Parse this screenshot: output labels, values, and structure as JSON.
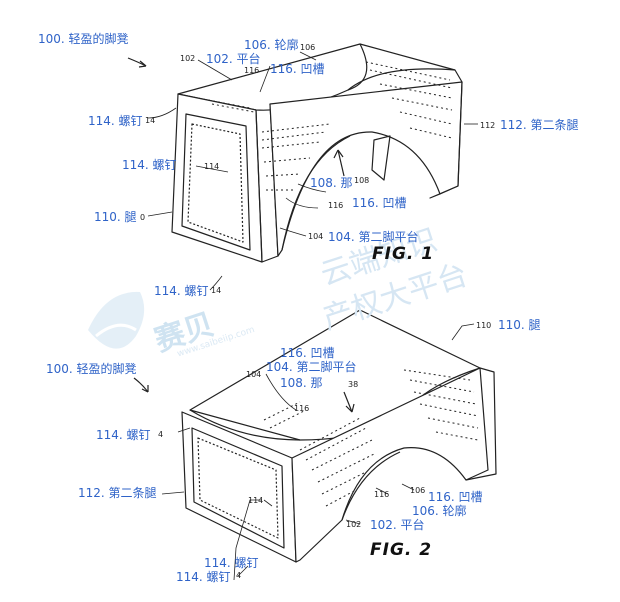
{
  "colors": {
    "label_blue": "#2f63c8",
    "line": "#222222",
    "watermark": "#cfe3f1"
  },
  "watermark": {
    "brand": "赛贝",
    "line1": "云端知识",
    "line2": "产权大平台",
    "url": "www.saibeiip.com"
  },
  "fig1": {
    "caption": "FIG. 1",
    "labels": {
      "l100": "100. 轻盈的脚凳",
      "l102": "102. 平台",
      "l106": "106. 轮廓",
      "l116a": "116. 凹槽",
      "l114a": "114. 螺钉",
      "l114b": "114. 螺钉",
      "l110": "110. 腿",
      "l108": "108. 那",
      "l116b": "116. 凹槽",
      "l104": "104. 第二脚平台",
      "l112": "112. 第二条腿",
      "l114c": "114. 螺钉"
    },
    "nums": {
      "n102": "102",
      "n116": "116",
      "n106": "106",
      "n14a": "14",
      "n114": "114",
      "n0": "0",
      "n108": "108",
      "n116b": "116",
      "n104": "104",
      "n112": "112",
      "n14c": "14"
    }
  },
  "fig2": {
    "caption": "FIG. 2",
    "labels": {
      "l110": "110. 腿",
      "l100": "100. 轻盈的脚凳",
      "l116": "116. 凹槽",
      "l104": "104. 第二脚平台",
      "l108": "108. 那",
      "l114a": "114. 螺钉",
      "l112": "112. 第二条腿",
      "l116b": "116. 凹槽",
      "l106": "106. 轮廓",
      "l102": "102. 平台",
      "l114b": "114. 螺钉",
      "l114c": "114. 螺钉"
    },
    "nums": {
      "n110": "110",
      "n104": "104",
      "n38": "38",
      "n116": "116",
      "n4a": "4",
      "n114": "114",
      "n116b": "116",
      "n106": "106",
      "n102": "102",
      "n4b": "4"
    }
  }
}
